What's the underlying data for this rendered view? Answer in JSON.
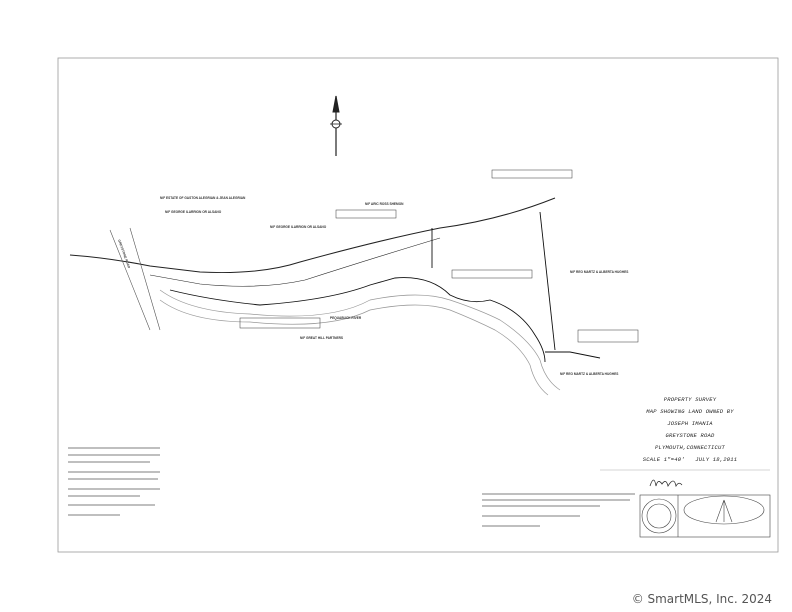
{
  "title_block": {
    "line1": "PROPERTY SURVEY",
    "line2": "MAP SHOWING LAND OWNED BY",
    "line3": "JOSEPH IMANIA",
    "line4": "GREYSTONE ROAD",
    "line5": "PLYMOUTH,CONNECTICUT",
    "scale": "SCALE 1\"=40'",
    "date": "JULY 18,2011"
  },
  "map_labels": {
    "abutter_1": "N/F ESTATE OF GASTON ALEGRIAN & JEAN ALEGRIAN",
    "abutter_2": "N/F GEORGE ILARRION OR ALSANO",
    "abutter_3": "N/F GEORGE ILARRION OR ALSANO",
    "abutter_4": "N/F ARIC ROSS SHEMON",
    "abutter_5": "N/F GREAT HILL PARTNERS",
    "abutter_6": "N/F REO MARTZ & ALBERTA HUGHES",
    "abutter_7": "N/F REO MARTZ & ALBERTA HUGHES",
    "road": "GREYSTONE ROAD",
    "river": "PEQUABUCK RIVER"
  },
  "watermark": "© SmartMLS, Inc. 2024"
}
